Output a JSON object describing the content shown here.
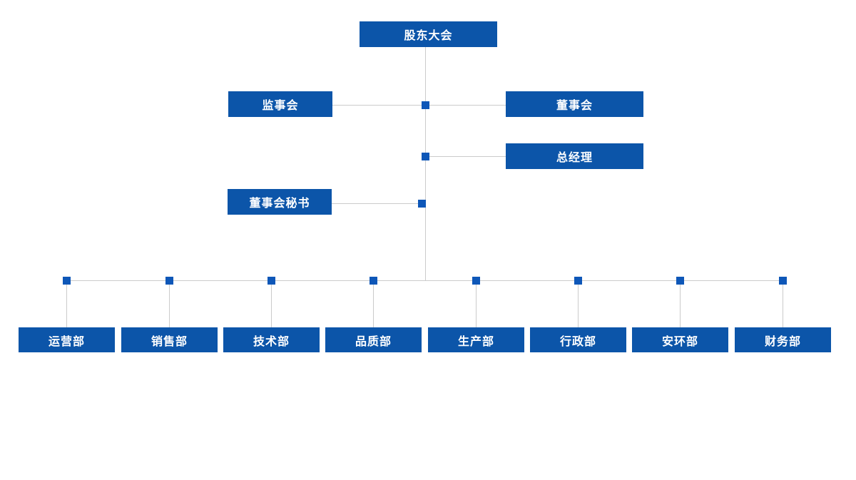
{
  "org_chart": {
    "nodes": {
      "shareholders": {
        "label": "股东大会"
      },
      "supervisory_board": {
        "label": "监事会"
      },
      "board_of_directors": {
        "label": "董事会"
      },
      "general_manager": {
        "label": "总经理"
      },
      "board_secretary": {
        "label": "董事会秘书"
      },
      "departments": [
        {
          "label": "运营部"
        },
        {
          "label": "销售部"
        },
        {
          "label": "技术部"
        },
        {
          "label": "品质部"
        },
        {
          "label": "生产部"
        },
        {
          "label": "行政部"
        },
        {
          "label": "安环部"
        },
        {
          "label": "财务部"
        }
      ]
    },
    "colors": {
      "node_fill": "#0C55A9",
      "connector_dot": "#0E57B8",
      "line": "#CBCBCB",
      "node_text": "#FFFFFF"
    }
  }
}
